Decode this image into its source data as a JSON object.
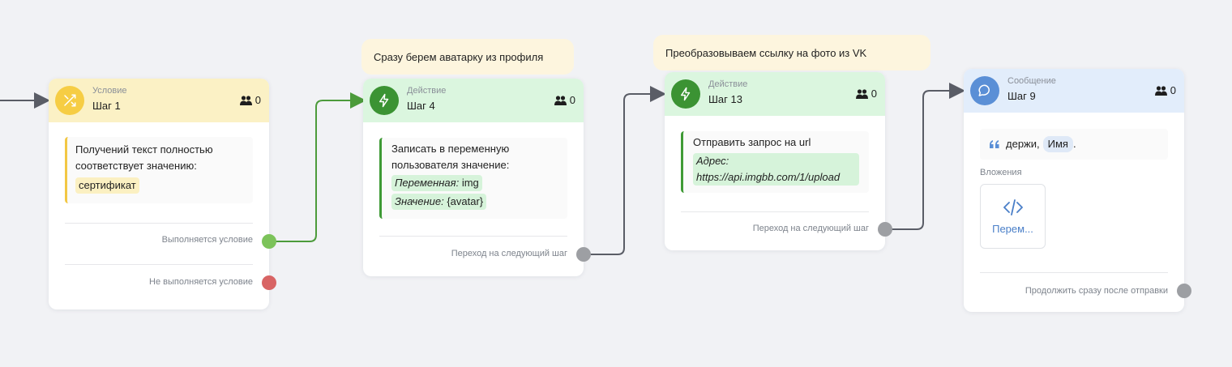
{
  "notes": {
    "note_1": "Сразу берем аватарку из профиля",
    "note_2": "Преобразовываем ссылку на фото из VK"
  },
  "cards": {
    "condition": {
      "type": "Условие",
      "title": "Шаг 1",
      "users": "0",
      "text": "Получений текст полностью соответствует значению:",
      "chip": "сертификат",
      "out_yes": "Выполняется условие",
      "out_no": "Не выполняется условие",
      "icon": "shuffle-icon"
    },
    "action_4": {
      "type": "Действие",
      "title": "Шаг 4",
      "users": "0",
      "text": "Записать в переменную пользователя значение:",
      "var_label": "Переменная:",
      "var_value": "img",
      "val_label": "Значение:",
      "val_value": "{avatar}",
      "out": "Переход на следующий шаг",
      "icon": "lightning-icon"
    },
    "action_13": {
      "type": "Действие",
      "title": "Шаг 13",
      "users": "0",
      "text": "Отправить запрос на url",
      "addr_label": "Адрес:",
      "addr_value": "https://api.imgbb.com/1/upload",
      "out": "Переход на следующий шаг",
      "icon": "lightning-icon"
    },
    "message_9": {
      "type": "Сообщение",
      "title": "Шаг 9",
      "users": "0",
      "text": "держи,",
      "var_chip": "Имя",
      "suffix": ".",
      "attachments_label": "Вложения",
      "attachment_name": "Перем...",
      "out": "Продолжить сразу после отправки",
      "icon": "chat-bubble-icon"
    }
  },
  "colors": {
    "yellow_accent": "#f6cd44",
    "green_accent": "#3b9333",
    "blue_accent": "#5a8fd6",
    "port_green": "#7cc35a",
    "port_red": "#d86464",
    "port_gray": "#9d9fa3"
  }
}
